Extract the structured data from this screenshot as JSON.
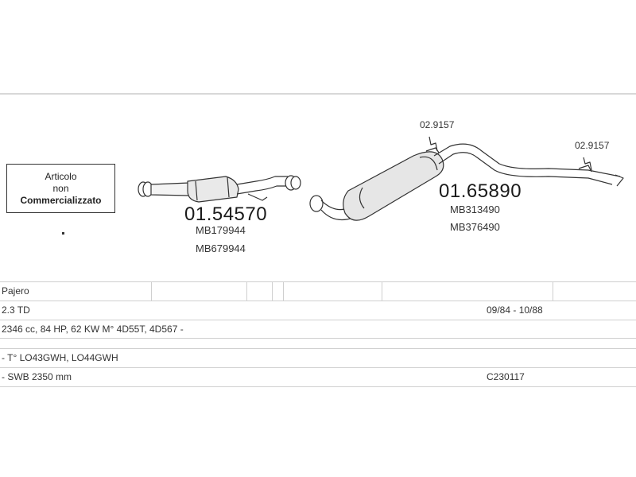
{
  "not_sold_box": {
    "lines": [
      "Articolo",
      "non",
      "Commercializzato"
    ]
  },
  "parts": {
    "front_pipe": {
      "code": "01.54570",
      "refs": [
        "MB179944",
        "MB679944"
      ]
    },
    "rear_silencer": {
      "code": "01.65890",
      "refs": [
        "MB313490",
        "MB376490"
      ]
    },
    "clamp_1": {
      "code": "02.9157"
    },
    "clamp_2": {
      "code": "02.9157"
    }
  },
  "table": {
    "rows": [
      {
        "col1": "Pajero",
        "col2": ""
      },
      {
        "col1": "2.3 TD",
        "col2": "09/84 - 10/88"
      },
      {
        "col1": "2346 cc, 84 HP, 62 KW  M° 4D55T, 4D567 -",
        "col2": ""
      },
      {
        "col1": "- T° LO43GWH, LO44GWH",
        "col2": ""
      },
      {
        "col1": "- SWB 2350 mm",
        "col2": "C230117"
      }
    ]
  }
}
